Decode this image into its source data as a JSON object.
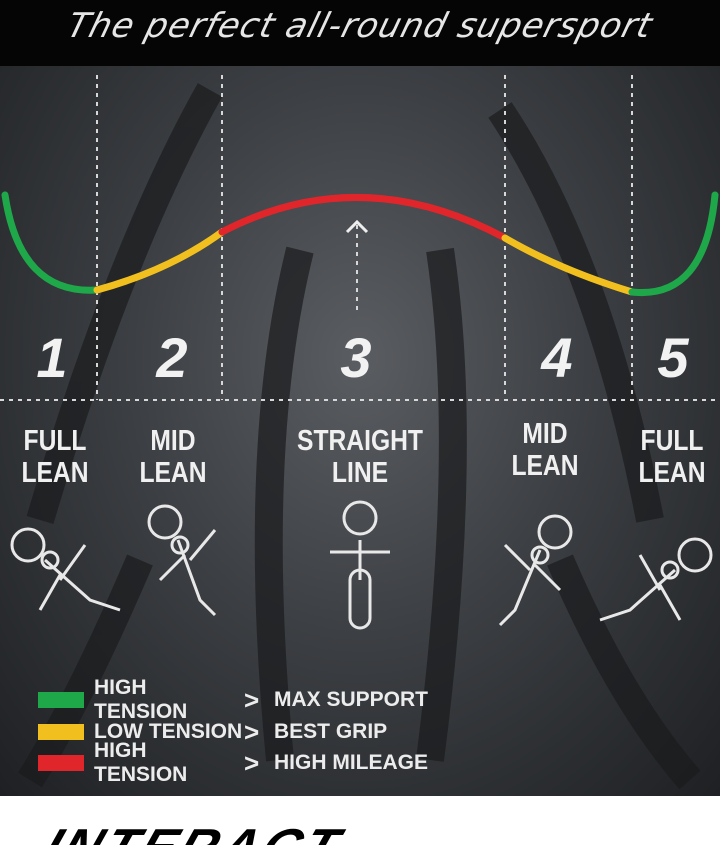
{
  "header": {
    "tagline": "The perfect all-round supersport"
  },
  "zones": [
    {
      "number": "1",
      "label_line1": "FULL",
      "label_line2": "LEAN"
    },
    {
      "number": "2",
      "label_line1": "MID",
      "label_line2": "LEAN"
    },
    {
      "number": "3",
      "label_line1": "STRAIGHT",
      "label_line2": "LINE"
    },
    {
      "number": "4",
      "label_line1": "MID",
      "label_line2": "LEAN"
    },
    {
      "number": "5",
      "label_line1": "FULL",
      "label_line2": "LEAN"
    }
  ],
  "legend": [
    {
      "color": "#1fa84a",
      "tension": "HIGH TENSION",
      "sep": ">",
      "result": "MAX SUPPORT"
    },
    {
      "color": "#f2c01e",
      "tension": "LOW TENSION",
      "sep": ">",
      "result": "BEST GRIP"
    },
    {
      "color": "#e0262b",
      "tension": "HIGH TENSION",
      "sep": ">",
      "result": "HIGH MILEAGE"
    }
  ],
  "footer": {
    "logo": "INTERACT"
  }
}
